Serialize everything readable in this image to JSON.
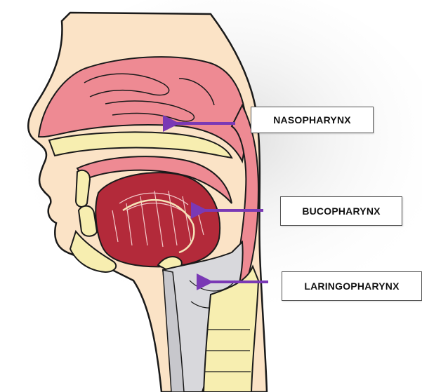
{
  "labels": {
    "nasopharynx": "NASOPHARYNX",
    "bucopharynx": "BUCOPHARYNX",
    "laringopharynx": "LARINGOPHARYNX"
  },
  "colors": {
    "skin": "#fbe3c6",
    "mucosa": "#ee8a93",
    "tongue": "#b32a3a",
    "bone": "#f7eeb0",
    "cartilage": "#d8d8dc",
    "arrow": "#7a39b5",
    "outline": "#1a1a1a"
  }
}
